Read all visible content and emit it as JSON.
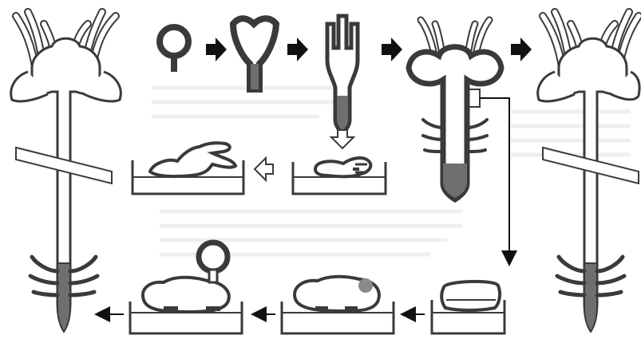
{
  "diagram": {
    "description_text": [],
    "colors": {
      "background": "#ffffff",
      "fill_white": "#ffffff",
      "outline": "#3a3a3a",
      "dark_grey": "#6f6f6f",
      "faint_text": "#e3e3e3",
      "arrow_black": "#111111"
    },
    "icons": {
      "top_arrows": "filled-right-arrow",
      "down_arrow": "hollow-down-arrow",
      "left_arrow": "hollow-left-arrow",
      "bottom_arrows": "thin-left-arrow",
      "connector": "thin-down-arrow"
    }
  }
}
